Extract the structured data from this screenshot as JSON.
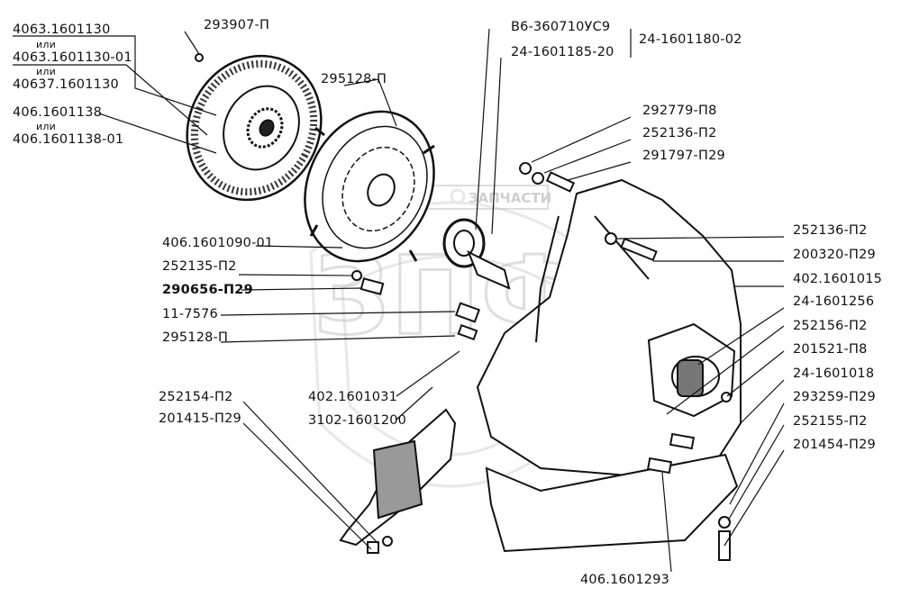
{
  "watermark": {
    "logo_text": "ЗПФ",
    "banner_text": "ЗАПЧАСТИ"
  },
  "labels": {
    "l_4063_1601130": "4063.1601130",
    "or_1": "или",
    "l_4063_1601130_01": "4063.1601130-01",
    "or_2": "или",
    "l_40637_1601130": "40637.1601130",
    "l_406_1601138": "406.1601138",
    "or_3": "или",
    "l_406_1601138_01": "406.1601138-01",
    "l_293907_p": "293907-П",
    "l_295128_p_top": "295128-П",
    "l_b6_360710": "В6-360710УС9",
    "l_24_1601185_20": "24-1601185-20",
    "l_24_1601180_02": "24-1601180-02",
    "l_292779_p8": "292779-П8",
    "l_252136_p2_a": "252136-П2",
    "l_291797_p29": "291797-П29",
    "l_252136_p2_b": "252136-П2",
    "l_200320_p29": "200320-П29",
    "l_402_1601015": "402.1601015",
    "l_24_1601256": "24-1601256",
    "l_252156_p2": "252156-П2",
    "l_201521_p8": "201521-П8",
    "l_24_1601018": "24-1601018",
    "l_293259_p29": "293259-П29",
    "l_252155_p2": "252155-П2",
    "l_201454_p29": "201454-П29",
    "l_406_1601090_01": "406.1601090-01",
    "l_252135_p2": "252135-П2",
    "l_290656_p29": "290656-П29",
    "l_11_7576": "11-7576",
    "l_295128_p_low": "295128-П",
    "l_252154_p2": "252154-П2",
    "l_201415_p29": "201415-П29",
    "l_402_1601031": "402.1601031",
    "l_3102_1601200": "3102-1601200",
    "l_406_1601293": "406.1601293"
  }
}
